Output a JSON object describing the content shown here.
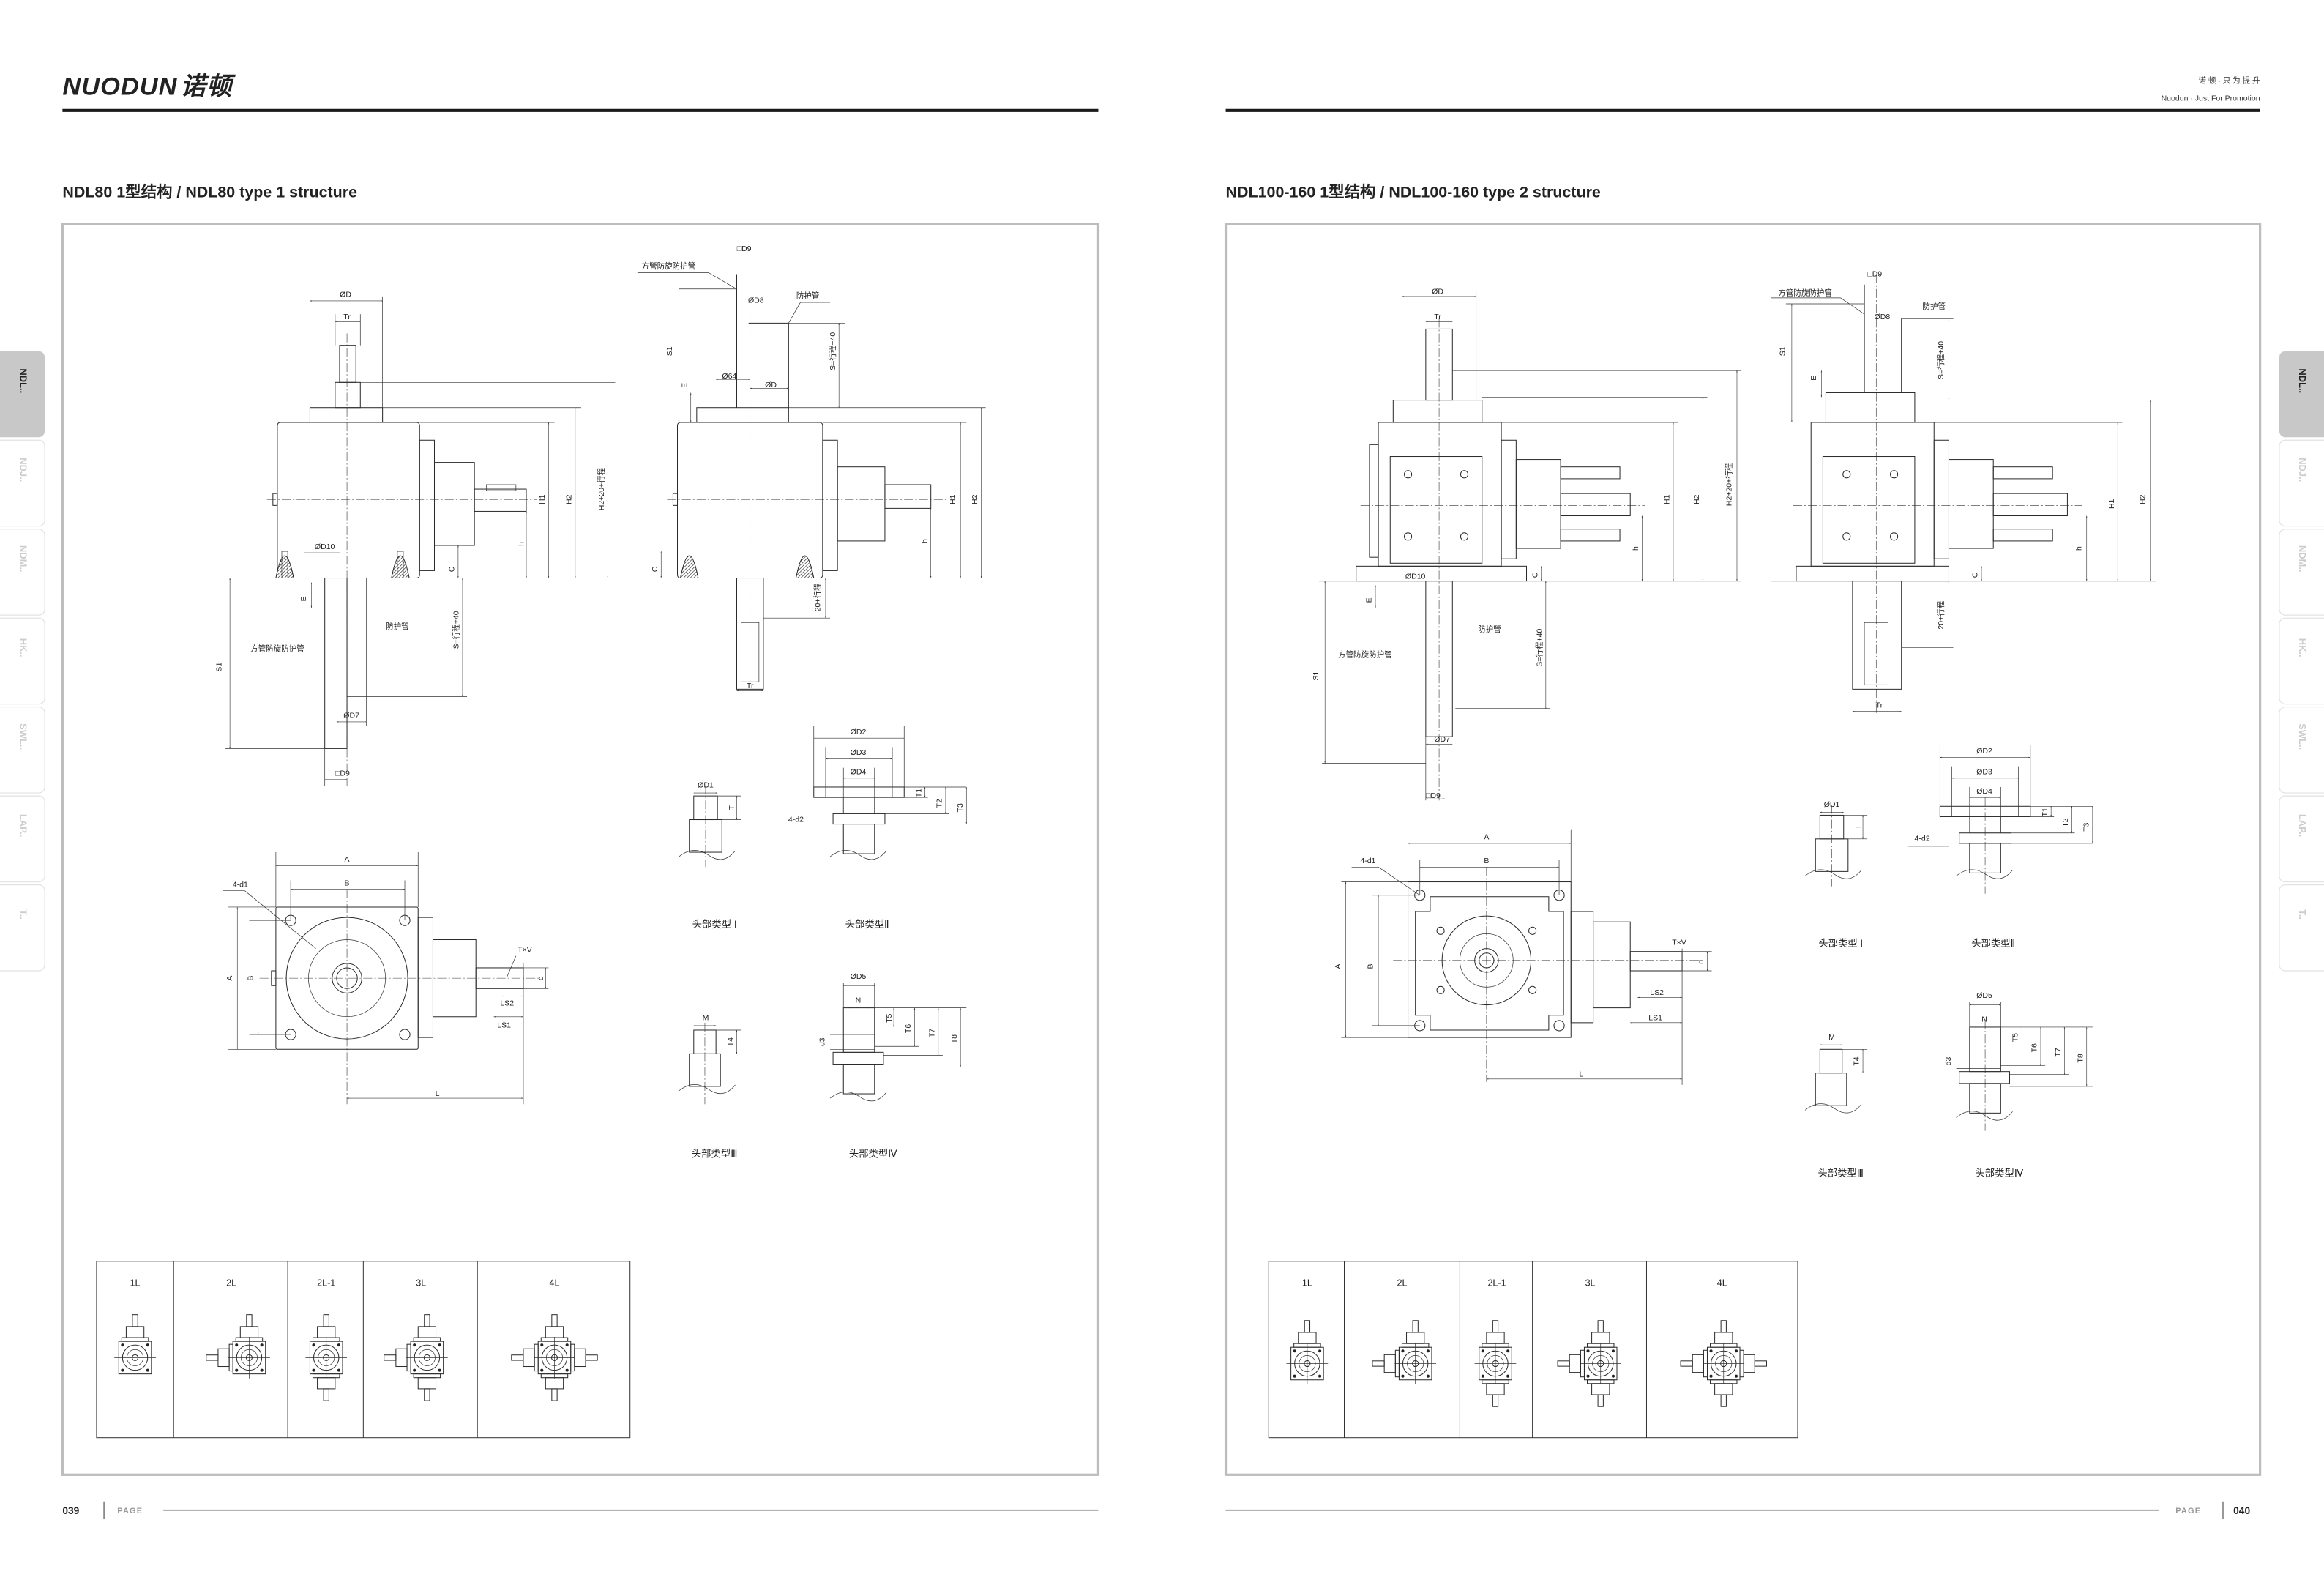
{
  "header": {
    "logo_text": "NUODUN",
    "logo_cn": "诺顿",
    "tagline_cn": "诺 顿 · 只 为 提 升",
    "tagline_en": "Nuodun · Just For Promotion"
  },
  "side_tabs": {
    "active": "NDL..",
    "items": [
      "NDL..",
      "NDJ..",
      "NDM..",
      "HK..",
      "SWL..",
      "LAP..",
      "T.."
    ]
  },
  "colors": {
    "rule": "#1a1a1a",
    "frame": "#bdbdbd",
    "tab_active": "#c8c8c8",
    "tab_inactive_text": "#cccccc",
    "page_label": "#999999"
  },
  "left": {
    "title": "NDL80 1型结构 / NDL80 type 1 structure",
    "page_number": "039",
    "page_label": "PAGE",
    "front": {
      "d": "ØD",
      "tr": "Tr",
      "h": "h",
      "h1": "H1",
      "h2": "H2",
      "h2_stroke": "H2+20+行程",
      "c": "C",
      "d10": "ØD10",
      "e": "E",
      "guard": "防护管",
      "square_guard": "方管防旋防护管",
      "s1": "S1",
      "s": "S=行程+40",
      "d7": "ØD7",
      "d9": "□D9"
    },
    "side": {
      "d9": "□D9",
      "square_guard": "方管防旋防护管",
      "d8": "ØD8",
      "guard": "防护管",
      "s1": "S1",
      "s": "S=行程+40",
      "d64": "Ø64",
      "d": "ØD",
      "e": "E",
      "h1": "H1",
      "h2": "H2",
      "h": "h",
      "c": "C",
      "stroke20": "20+行程",
      "tr": "Tr"
    },
    "plan": {
      "a": "A",
      "b": "B",
      "d1": "4-d1",
      "a_left": "A",
      "b_left": "B",
      "txv": "T×V",
      "d": "d",
      "ls2": "LS2",
      "ls1": "LS1",
      "l": "L"
    },
    "heads": {
      "t1_d1": "ØD1",
      "t1_t": "T",
      "t1_cap": "头部类型 I",
      "t2_d2": "ØD2",
      "t2_d3": "ØD3",
      "t2_d4": "ØD4",
      "t2_holes": "4-d2",
      "t2_t1": "T1",
      "t2_t2": "T2",
      "t2_t3": "T3",
      "t2_cap": "头部类型Ⅱ",
      "t3_m": "M",
      "t3_t4": "T4",
      "t3_cap": "头部类型Ⅲ",
      "t4_d5": "ØD5",
      "t4_n": "N",
      "t4_d3": "d3",
      "t4_t5": "T5",
      "t4_t6": "T6",
      "t4_t7": "T7",
      "t4_t8": "T8",
      "t4_cap": "头部类型Ⅳ"
    },
    "layouts": [
      "1L",
      "2L",
      "2L-1",
      "3L",
      "4L"
    ]
  },
  "right": {
    "title": "NDL100-160 1型结构 / NDL100-160 type 2 structure",
    "page_number": "040",
    "page_label": "PAGE",
    "front": {
      "d": "ØD",
      "tr": "Tr",
      "h": "h",
      "h1": "H1",
      "h2": "H2",
      "h2_stroke": "H2+20+行程",
      "c": "C",
      "d10": "ØD10",
      "e": "E",
      "guard": "防护管",
      "square_guard": "方管防旋防护管",
      "s1": "S1",
      "s": "S=行程+40",
      "d7": "ØD7",
      "d9": "□D9"
    },
    "side": {
      "d9": "□D9",
      "square_guard": "方管防旋防护管",
      "d8": "ØD8",
      "guard": "防护管",
      "s1": "S1",
      "s": "S=行程+40",
      "e": "E",
      "h1": "H1",
      "h2": "H2",
      "h": "h",
      "c": "C",
      "stroke20": "20+行程",
      "tr": "Tr"
    },
    "plan": {
      "a": "A",
      "b": "B",
      "d1": "4-d1",
      "a_left": "A",
      "b_left": "B",
      "txv": "T×V",
      "d": "d",
      "ls2": "LS2",
      "ls1": "LS1",
      "l": "L"
    },
    "heads": {
      "t1_d1": "ØD1",
      "t1_t": "T",
      "t1_cap": "头部类型 I",
      "t2_d2": "ØD2",
      "t2_d3": "ØD3",
      "t2_d4": "ØD4",
      "t2_holes": "4-d2",
      "t2_t1": "T1",
      "t2_t2": "T2",
      "t2_t3": "T3",
      "t2_cap": "头部类型Ⅱ",
      "t3_m": "M",
      "t3_t4": "T4",
      "t3_cap": "头部类型Ⅲ",
      "t4_d5": "ØD5",
      "t4_n": "N",
      "t4_d3": "d3",
      "t4_t5": "T5",
      "t4_t6": "T6",
      "t4_t7": "T7",
      "t4_t8": "T8",
      "t4_cap": "头部类型Ⅳ"
    },
    "layouts": [
      "1L",
      "2L",
      "2L-1",
      "3L",
      "4L"
    ]
  }
}
